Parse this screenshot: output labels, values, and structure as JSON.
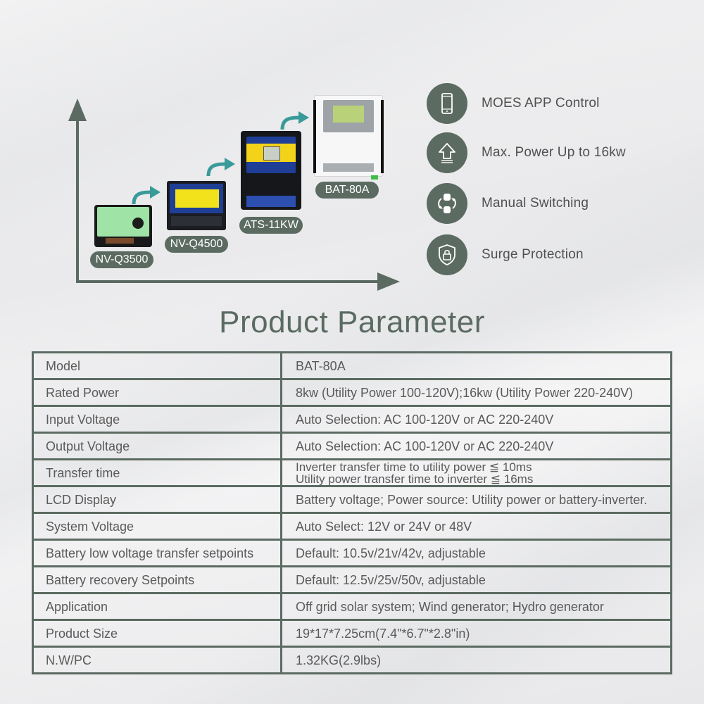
{
  "colors": {
    "accent": "#5b6b62",
    "step_arrow": "#3a9a9a",
    "text": "#5a5a5a",
    "pill_text": "#ffffff"
  },
  "lineup": {
    "axis": {
      "vertical": "arrow-up",
      "horizontal": "arrow-right"
    },
    "products": [
      {
        "model": "NV-Q3500"
      },
      {
        "model": "NV-Q4500"
      },
      {
        "model": "ATS-11KW"
      },
      {
        "model": "BAT-80A"
      }
    ]
  },
  "features": [
    {
      "icon": "smartphone-icon",
      "label": "MOES APP Control"
    },
    {
      "icon": "arrow-up-icon",
      "label": "Max. Power Up to 16kw"
    },
    {
      "icon": "switch-cycle-icon",
      "label": "Manual Switching"
    },
    {
      "icon": "shield-lock-icon",
      "label": "Surge Protection"
    }
  ],
  "title": "Product Parameter",
  "parameters": [
    {
      "key": "Model",
      "value": "BAT-80A"
    },
    {
      "key": "Rated Power",
      "value": "8kw (Utility Power 100-120V);16kw (Utility Power 220-240V)"
    },
    {
      "key": "Input Voltage",
      "value": "Auto Selection: AC 100-120V or AC 220-240V"
    },
    {
      "key": "Output Voltage",
      "value": "Auto Selection: AC 100-120V or AC 220-240V"
    },
    {
      "key": "Transfer time",
      "value_lines": [
        "Inverter transfer time to utility power ≦ 10ms",
        "Utility power transfer time to inverter ≦ 16ms"
      ]
    },
    {
      "key": "LCD Display",
      "value": "Battery voltage; Power source: Utility power or battery-inverter."
    },
    {
      "key": "System Voltage",
      "value": "Auto Select: 12V or 24V or 48V"
    },
    {
      "key": "Battery low voltage transfer setpoints",
      "value": "Default: 10.5v/21v/42v, adjustable"
    },
    {
      "key": "Battery recovery Setpoints",
      "value": "Default: 12.5v/25v/50v, adjustable"
    },
    {
      "key": "Application",
      "value": "Off grid solar system; Wind generator; Hydro generator"
    },
    {
      "key": "Product Size",
      "value": "19*17*7.25cm(7.4\"*6.7\"*2.8\"in)"
    },
    {
      "key": "N.W/PC",
      "value": "1.32KG(2.9lbs)"
    }
  ]
}
